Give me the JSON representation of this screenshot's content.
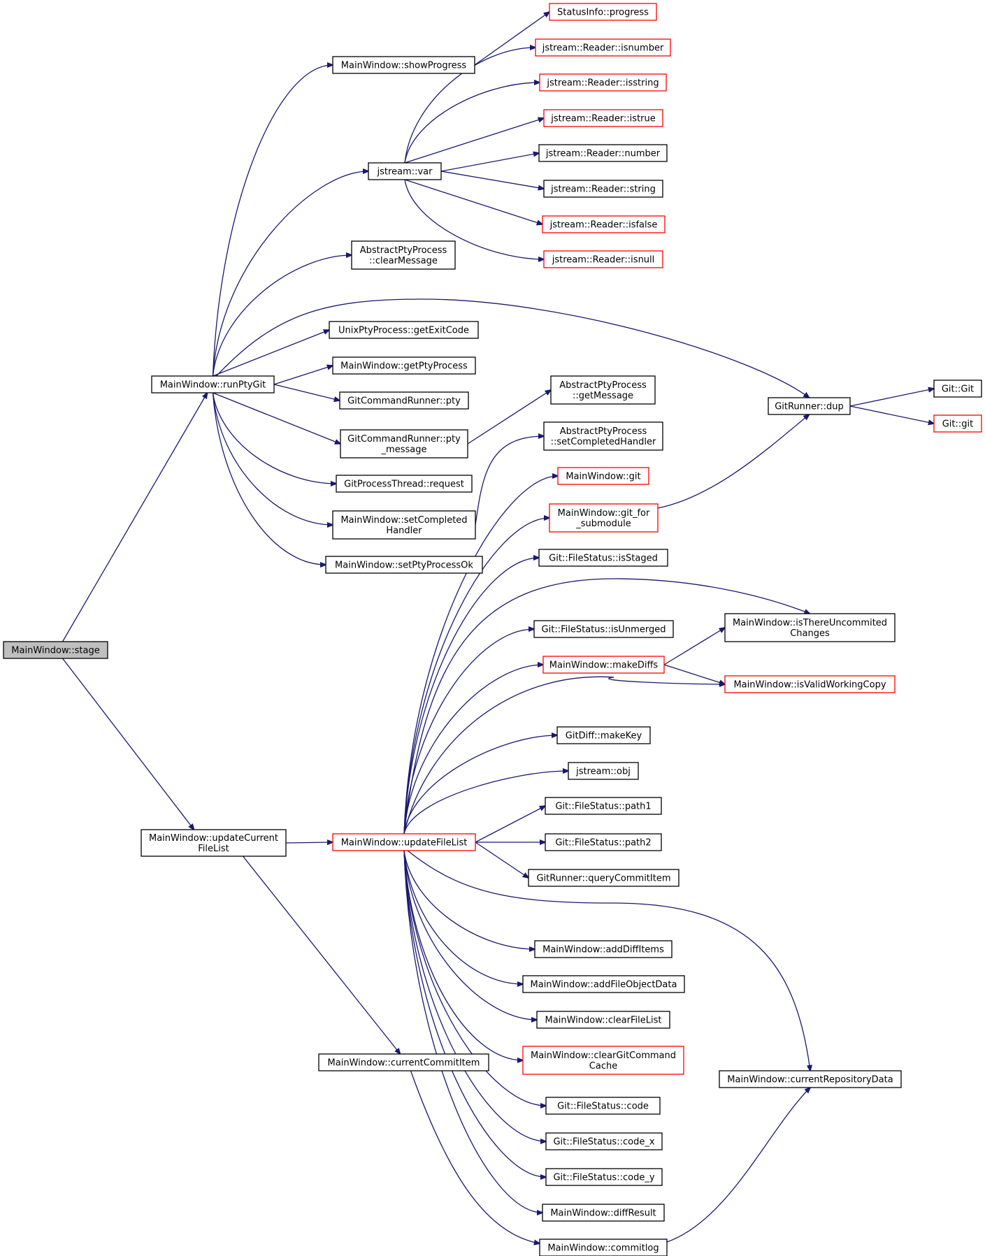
{
  "nodes": [
    {
      "id": "stage",
      "lines": [
        "MainWindow::stage"
      ],
      "style": "root"
    },
    {
      "id": "runPtyGit",
      "lines": [
        "MainWindow::runPtyGit"
      ],
      "style": "black"
    },
    {
      "id": "updateCurrentFileList",
      "lines": [
        "MainWindow::updateCurrent",
        "FileList"
      ],
      "style": "black"
    },
    {
      "id": "showProgress",
      "lines": [
        "MainWindow::showProgress"
      ],
      "style": "black"
    },
    {
      "id": "statusProgress",
      "lines": [
        "StatusInfo::progress"
      ],
      "style": "red"
    },
    {
      "id": "jvar",
      "lines": [
        "jstream::var"
      ],
      "style": "black"
    },
    {
      "id": "isnumber",
      "lines": [
        "jstream::Reader::isnumber"
      ],
      "style": "red"
    },
    {
      "id": "isstring",
      "lines": [
        "jstream::Reader::isstring"
      ],
      "style": "red"
    },
    {
      "id": "istrue",
      "lines": [
        "jstream::Reader::istrue"
      ],
      "style": "red"
    },
    {
      "id": "number",
      "lines": [
        "jstream::Reader::number"
      ],
      "style": "black"
    },
    {
      "id": "string",
      "lines": [
        "jstream::Reader::string"
      ],
      "style": "black"
    },
    {
      "id": "isfalse",
      "lines": [
        "jstream::Reader::isfalse"
      ],
      "style": "red"
    },
    {
      "id": "isnull",
      "lines": [
        "jstream::Reader::isnull"
      ],
      "style": "red"
    },
    {
      "id": "clearMessage",
      "lines": [
        "AbstractPtyProcess",
        "::clearMessage"
      ],
      "style": "black"
    },
    {
      "id": "getExitCode",
      "lines": [
        "UnixPtyProcess::getExitCode"
      ],
      "style": "black"
    },
    {
      "id": "getPtyProcess",
      "lines": [
        "MainWindow::getPtyProcess"
      ],
      "style": "black"
    },
    {
      "id": "gcrPty",
      "lines": [
        "GitCommandRunner::pty"
      ],
      "style": "black"
    },
    {
      "id": "gcrPtyMessage",
      "lines": [
        "GitCommandRunner::pty",
        "_message"
      ],
      "style": "black"
    },
    {
      "id": "getMessage",
      "lines": [
        "AbstractPtyProcess",
        "::getMessage"
      ],
      "style": "black"
    },
    {
      "id": "request",
      "lines": [
        "GitProcessThread::request"
      ],
      "style": "black"
    },
    {
      "id": "mwSetCompleted",
      "lines": [
        "MainWindow::setCompleted",
        "Handler"
      ],
      "style": "black"
    },
    {
      "id": "apSetCompleted",
      "lines": [
        "AbstractPtyProcess",
        "::setCompletedHandler"
      ],
      "style": "black"
    },
    {
      "id": "setPtyProcessOk",
      "lines": [
        "MainWindow::setPtyProcessOk"
      ],
      "style": "black"
    },
    {
      "id": "dup",
      "lines": [
        "GitRunner::dup"
      ],
      "style": "black"
    },
    {
      "id": "gitGit",
      "lines": [
        "Git::Git"
      ],
      "style": "black"
    },
    {
      "id": "gitgit",
      "lines": [
        "Git::git"
      ],
      "style": "red"
    },
    {
      "id": "mwGit",
      "lines": [
        "MainWindow::git"
      ],
      "style": "red"
    },
    {
      "id": "gitForSubmodule",
      "lines": [
        "MainWindow::git_for",
        "_submodule"
      ],
      "style": "red"
    },
    {
      "id": "isStaged",
      "lines": [
        "Git::FileStatus::isStaged"
      ],
      "style": "black"
    },
    {
      "id": "isThereUncommited",
      "lines": [
        "MainWindow::isThereUncommited",
        "Changes"
      ],
      "style": "black"
    },
    {
      "id": "isUnmerged",
      "lines": [
        "Git::FileStatus::isUnmerged"
      ],
      "style": "black"
    },
    {
      "id": "makeDiffs",
      "lines": [
        "MainWindow::makeDiffs"
      ],
      "style": "red"
    },
    {
      "id": "isValidWorkingCopy",
      "lines": [
        "MainWindow::isValidWorkingCopy"
      ],
      "style": "red"
    },
    {
      "id": "makeKey",
      "lines": [
        "GitDiff::makeKey"
      ],
      "style": "black"
    },
    {
      "id": "obj",
      "lines": [
        "jstream::obj"
      ],
      "style": "black"
    },
    {
      "id": "path1",
      "lines": [
        "Git::FileStatus::path1"
      ],
      "style": "black"
    },
    {
      "id": "updateFileList",
      "lines": [
        "MainWindow::updateFileList"
      ],
      "style": "red"
    },
    {
      "id": "path2",
      "lines": [
        "Git::FileStatus::path2"
      ],
      "style": "black"
    },
    {
      "id": "queryCommitItem",
      "lines": [
        "GitRunner::queryCommitItem"
      ],
      "style": "black"
    },
    {
      "id": "addDiffItems",
      "lines": [
        "MainWindow::addDiffItems"
      ],
      "style": "black"
    },
    {
      "id": "addFileObjectData",
      "lines": [
        "MainWindow::addFileObjectData"
      ],
      "style": "black"
    },
    {
      "id": "clearFileList",
      "lines": [
        "MainWindow::clearFileList"
      ],
      "style": "black"
    },
    {
      "id": "clearGitCommandCache",
      "lines": [
        "MainWindow::clearGitCommand",
        "Cache"
      ],
      "style": "red"
    },
    {
      "id": "currentCommitItem",
      "lines": [
        "MainWindow::currentCommitItem"
      ],
      "style": "black"
    },
    {
      "id": "currentRepositoryData",
      "lines": [
        "MainWindow::currentRepositoryData"
      ],
      "style": "black"
    },
    {
      "id": "code",
      "lines": [
        "Git::FileStatus::code"
      ],
      "style": "black"
    },
    {
      "id": "codeX",
      "lines": [
        "Git::FileStatus::code_x"
      ],
      "style": "black"
    },
    {
      "id": "codeY",
      "lines": [
        "Git::FileStatus::code_y"
      ],
      "style": "black"
    },
    {
      "id": "diffResult",
      "lines": [
        "MainWindow::diffResult"
      ],
      "style": "black"
    },
    {
      "id": "commitlog",
      "lines": [
        "MainWindow::commitlog"
      ],
      "style": "black"
    }
  ],
  "colors": {
    "edge": "#191970",
    "red_border": "#ff0000",
    "black_border": "#000000",
    "root_fill": "#bfbfbf"
  }
}
